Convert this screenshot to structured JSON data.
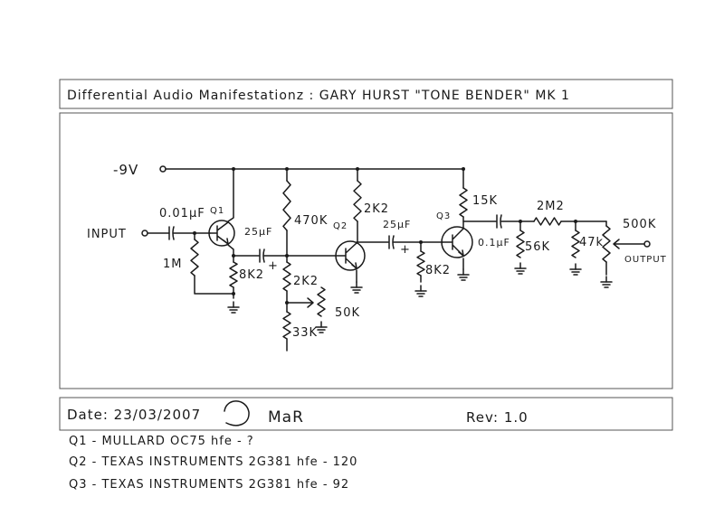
{
  "title": "Differential Audio Manifestationz : GARY HURST \"TONE BENDER\" MK 1",
  "schematic": {
    "supply": "-9V",
    "input": "INPUT",
    "output": "OUTPUT",
    "q1": "Q1",
    "q2": "Q2",
    "q3": "Q3",
    "c1": "0.01µF",
    "c2": "25µF",
    "c3": "25µF",
    "c4": "0.1µF",
    "r_1m": "1M",
    "r_8k2_q1": "8K2",
    "r_470k": "470K",
    "r_2k2_bias": "2K2",
    "r_33k": "33K",
    "pot_50k": "50K",
    "r_2k2_q2": "2K2",
    "r_8k2_q3": "8K2",
    "r_15k": "15K",
    "r_56k": "56K",
    "r_2m2": "2M2",
    "r_47k": "47k",
    "pot_500k": "500K",
    "plus": "+"
  },
  "footer": {
    "date": "Date: 23/03/2007",
    "signature": "MaR",
    "rev": "Rev: 1.0"
  },
  "notes": [
    "Q1 - MULLARD OC75 hfe - ?",
    "Q2 - TEXAS INSTRUMENTS 2G381 hfe - 120",
    "Q3 - TEXAS INSTRUMENTS 2G381 hfe - 92"
  ]
}
